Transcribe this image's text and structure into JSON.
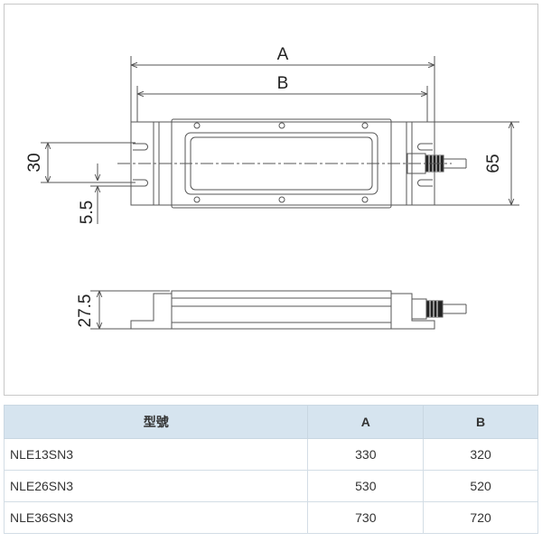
{
  "drawing": {
    "dim_A": "A",
    "dim_B": "B",
    "dim_30": "30",
    "dim_5_5": "5.5",
    "dim_65": "65",
    "dim_27_5": "27.5"
  },
  "table": {
    "headers": [
      "型號",
      "A",
      "B"
    ],
    "rows": [
      [
        "NLE13SN3",
        "330",
        "320"
      ],
      [
        "NLE26SN3",
        "530",
        "520"
      ],
      [
        "NLE36SN3",
        "730",
        "720"
      ]
    ]
  },
  "colors": {
    "header_bg": "#d6e4ef",
    "line": "#555555"
  }
}
